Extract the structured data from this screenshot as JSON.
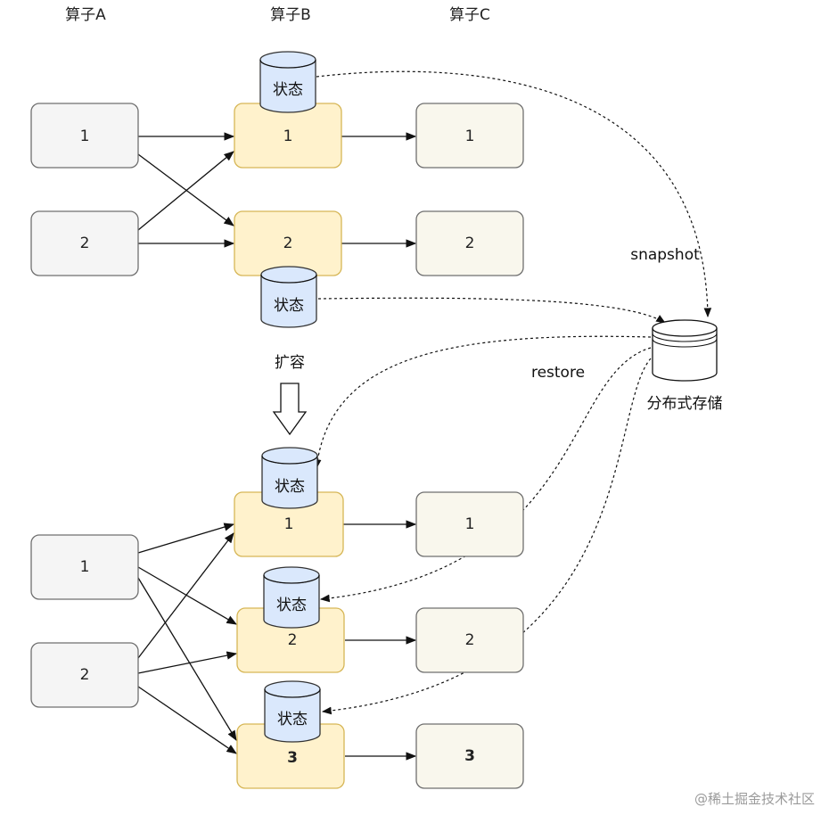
{
  "headers": {
    "op_a": "算子A",
    "op_b": "算子B",
    "op_c": "算子C"
  },
  "top": {
    "a": [
      "1",
      "2"
    ],
    "b": [
      "1",
      "2"
    ],
    "c": [
      "1",
      "2"
    ],
    "state_label": "状态"
  },
  "scale_label": "扩容",
  "bottom": {
    "a": [
      "1",
      "2"
    ],
    "b": [
      "1",
      "2",
      "3"
    ],
    "c": [
      "1",
      "2",
      "3"
    ],
    "state_label": "状态"
  },
  "storage": {
    "label": "分布式存储",
    "snapshot_label": "snapshot",
    "restore_label": "restore"
  },
  "watermark": "@稀土掘金技术社区",
  "colors": {
    "a_fill": "#f5f5f5",
    "b_fill": "#fff2cc",
    "b_stroke": "#d6b656",
    "c_fill": "#f9f7ed",
    "state_fill": "#dae8fc"
  }
}
